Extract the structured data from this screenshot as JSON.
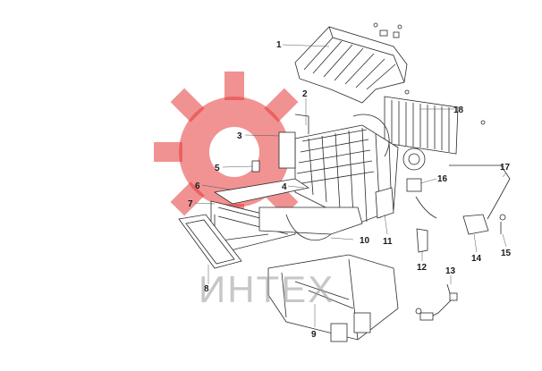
{
  "watermark": {
    "text": "ИНТЕХ",
    "small_text": "",
    "gear_color": "#e53a3a"
  },
  "callouts": [
    {
      "id": "1",
      "label": "1"
    },
    {
      "id": "2",
      "label": "2"
    },
    {
      "id": "3",
      "label": "3"
    },
    {
      "id": "4",
      "label": "4"
    },
    {
      "id": "5",
      "label": "5"
    },
    {
      "id": "6",
      "label": "6"
    },
    {
      "id": "7",
      "label": "7"
    },
    {
      "id": "8",
      "label": "8"
    },
    {
      "id": "9",
      "label": "9"
    },
    {
      "id": "10",
      "label": "10"
    },
    {
      "id": "11",
      "label": "11"
    },
    {
      "id": "12",
      "label": "12"
    },
    {
      "id": "13",
      "label": "13"
    },
    {
      "id": "14",
      "label": "14"
    },
    {
      "id": "15",
      "label": "15"
    },
    {
      "id": "16",
      "label": "16"
    },
    {
      "id": "17",
      "label": "17"
    },
    {
      "id": "18",
      "label": "18"
    }
  ]
}
